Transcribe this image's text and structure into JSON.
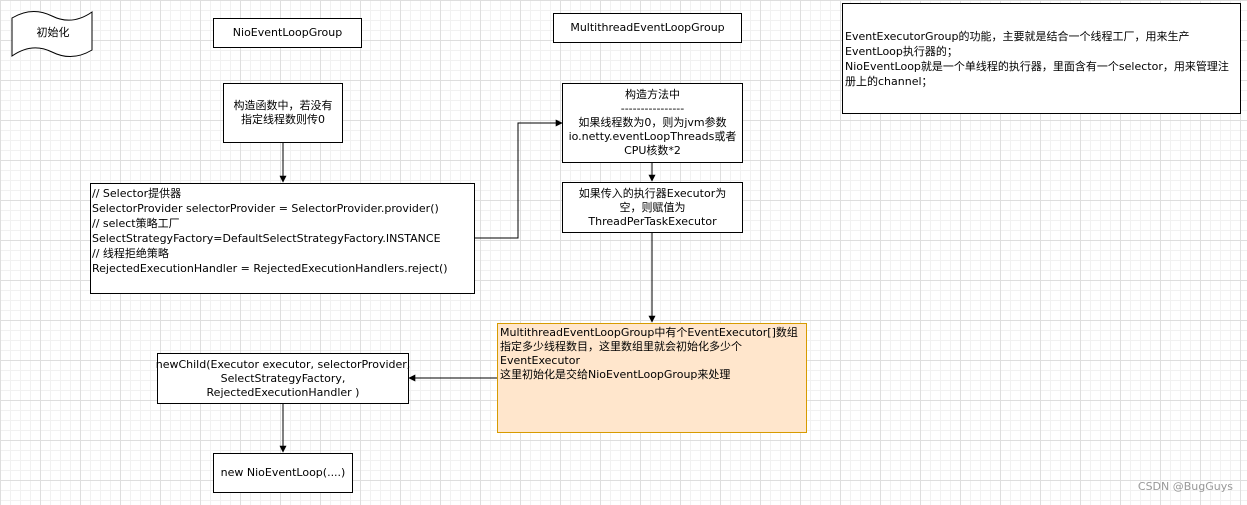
{
  "init_tag": "初始化",
  "title_nio": "NioEventLoopGroup",
  "title_multi": "MultithreadEventLoopGroup",
  "note": [
    "EventExecutorGroup的功能，主要就是结合一个线程工厂，用来生产EventLoop执行器的；",
    "NioEventLoop就是一个单线程的执行器，里面含有一个selector，用来管理注册上的channel；"
  ],
  "ctor_default": [
    "构造函数中，若没有",
    "指定线程数则传0"
  ],
  "config": [
    "// Selector提供器",
    "SelectorProvider selectorProvider = SelectorProvider.provider()",
    "// select策略工厂",
    "SelectStrategyFactory=DefaultSelectStrategyFactory.INSTANCE",
    "// 线程拒绝策略",
    "RejectedExecutionHandler = RejectedExecutionHandlers.reject()"
  ],
  "ctor_method": [
    "构造方法中",
    "----------------",
    "如果线程数为0，则为jvm参数",
    "io.netty.eventLoopThreads或者",
    "CPU核数*2"
  ],
  "executor": [
    "如果传入的执行器Executor为",
    "空，则赋值为",
    "ThreadPerTaskExecutor"
  ],
  "children": [
    "MultithreadEventLoopGroup中有个EventExecutor[]数组",
    "指定多少线程数目，这里数组里就会初始化多少个",
    "EventExecutor",
    "这里初始化是交给NioEventLoopGroup来处理"
  ],
  "new_child": [
    "newChild(Executor executor, selectorProvider,",
    "SelectStrategyFactory,",
    "RejectedExecutionHandler )"
  ],
  "new_loop": "new NioEventLoop(....)",
  "watermark": "CSDN @BugGuys",
  "colors": {
    "highlight_fill": "#ffe6cc",
    "highlight_stroke": "#d79b00",
    "line": "#000000"
  }
}
